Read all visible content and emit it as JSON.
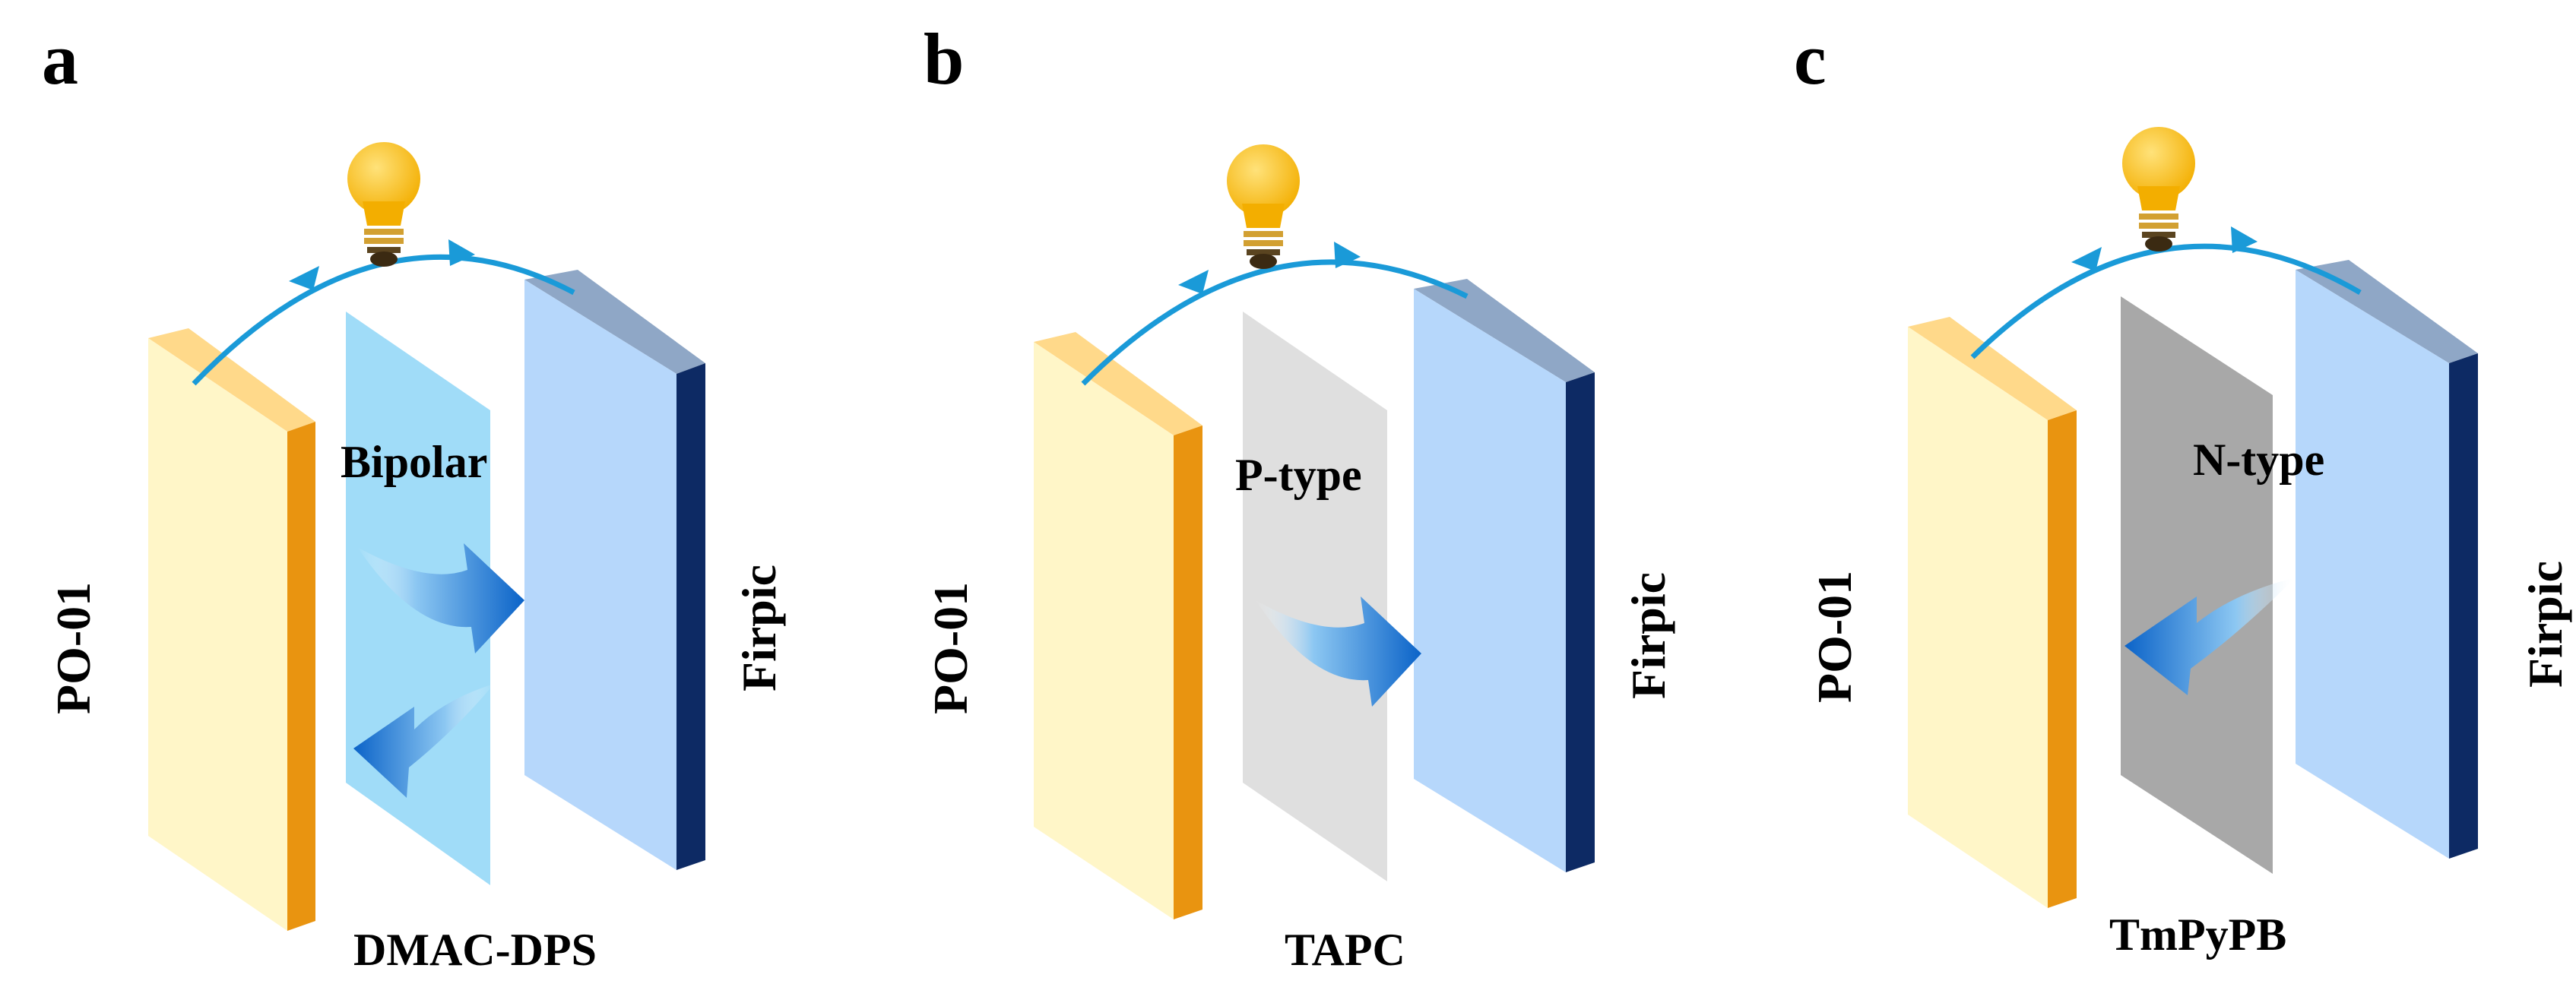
{
  "panels": [
    {
      "letter": "a",
      "left_label": "PO-01",
      "right_label": "Firpic",
      "center_label": "Bipolar",
      "bottom_label": "DMAC-DPS",
      "transfer": "both",
      "middle_layer_color": "#8fd6f7"
    },
    {
      "letter": "b",
      "left_label": "PO-01",
      "right_label": "Firpic",
      "center_label": "P-type",
      "bottom_label": "TAPC",
      "transfer": "left-to-right",
      "middle_layer_color": "#dcdcdc"
    },
    {
      "letter": "c",
      "left_label": "PO-01",
      "right_label": "Firpic",
      "center_label": "N-type",
      "bottom_label": "TmPyPB",
      "transfer": "right-to-left",
      "middle_layer_color": "#9e9e9e"
    }
  ],
  "colors": {
    "left_face": "#fff6c8",
    "left_top": "#ffd98a",
    "left_edge": "#e99410",
    "right_face": "#b6d7fb",
    "right_top": "#8fa7c6",
    "right_edge": "#0d2a64",
    "arc": "#1a9ad8",
    "arrow_dark": "#0b63c8",
    "bulb": "#f6b800",
    "bulb_base": "#4a3618"
  },
  "icons": [
    "light-bulb-icon",
    "curved-arrow-icon",
    "energy-transfer-arrow-icon"
  ]
}
